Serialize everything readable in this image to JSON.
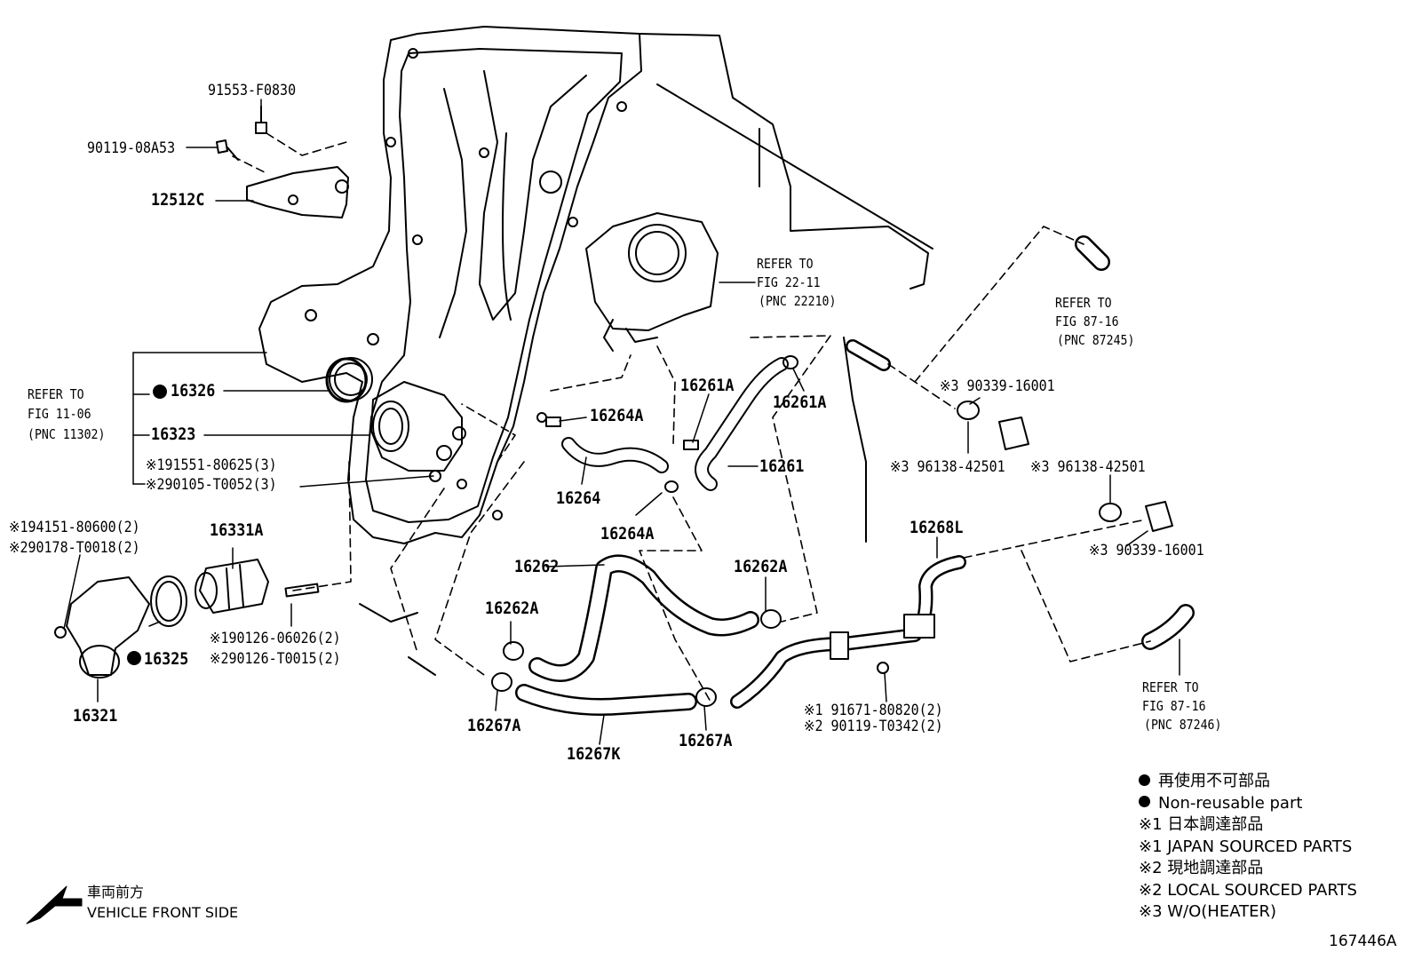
{
  "labels": {
    "p91553": "91553-F0830",
    "p90119_08a53": "90119-08A53",
    "p12512c": "12512C",
    "refer_fig2211_a": "REFER TO",
    "refer_fig2211_b": "FIG 22-11",
    "refer_fig2211_c": "(PNC 22210)",
    "refer_fig8716_top_a": "REFER TO",
    "refer_fig8716_top_b": "FIG 87-16",
    "refer_fig8716_top_c": "(PNC 87245)",
    "refer_fig1106_a": "REFER TO",
    "refer_fig1106_b": "FIG 11-06",
    "refer_fig1106_c": "(PNC 11302)",
    "p16326": "16326",
    "p16323": "16323",
    "p191551": "※191551-80625(3)",
    "p290105": "※290105-T0052(3)",
    "p16264a_1": "16264A",
    "p16261a_1": "16261A",
    "p16261a_2": "16261A",
    "p90339_1": "※3 90339-16001",
    "p96138_1": "※3 96138-42501",
    "p96138_2": "※3 96138-42501",
    "p16264": "16264",
    "p16261": "16261",
    "p194151": "※194151-80600(2)",
    "p290178": "※290178-T0018(2)",
    "p16331a": "16331A",
    "p16264a_2": "16264A",
    "p16268l": "16268L",
    "p90339_2": "※3 90339-16001",
    "p16262": "16262",
    "p16262a_1": "16262A",
    "p16262a_2": "16262A",
    "p190126": "※190126-06026(2)",
    "p290126": "※290126-T0015(2)",
    "p16325": "16325",
    "refer_fig8716_bot_a": "REFER TO",
    "refer_fig8716_bot_b": "FIG 87-16",
    "refer_fig8716_bot_c": "(PNC 87246)",
    "p91671": "※1 91671-80820(2)",
    "p90119_t0342": "※2 90119-T0342(2)",
    "p16321": "16321",
    "p16267a_1": "16267A",
    "p16267k": "16267K",
    "p16267a_2": "16267A"
  },
  "legend": {
    "nonreuse_ja": "再使用不可部品",
    "nonreuse_en": "Non-reusable part",
    "n1_ja": "※1 日本調達部品",
    "n1_en": "※1 JAPAN SOURCED PARTS",
    "n2_ja": "※2 現地調達部品",
    "n2_en": "※2 LOCAL SOURCED PARTS",
    "n3": "※3 W/O(HEATER)"
  },
  "front": {
    "ja": "車両前方",
    "en": "VEHICLE FRONT SIDE"
  },
  "figure_number": "167446A"
}
